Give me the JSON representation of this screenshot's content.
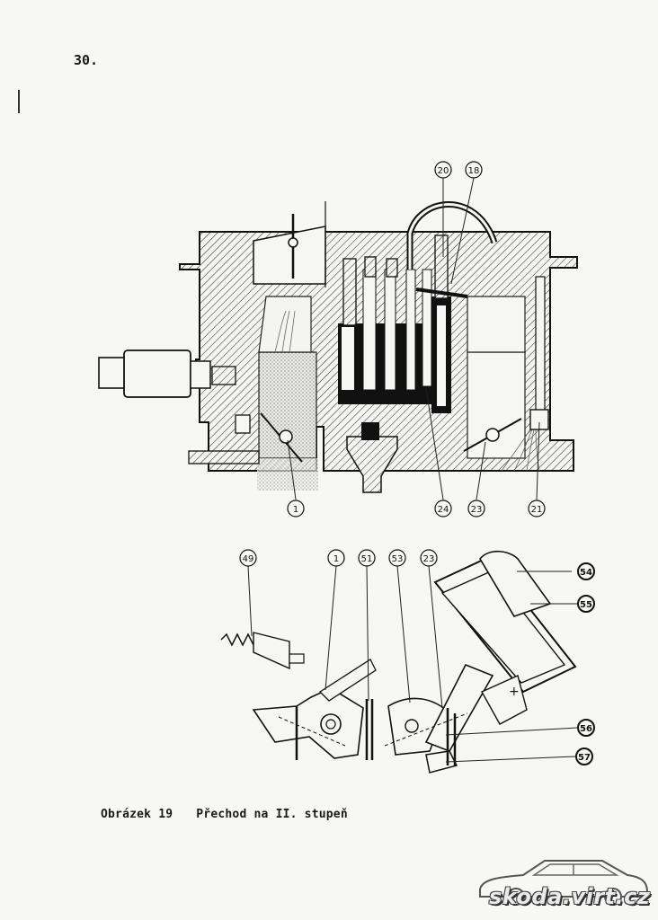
{
  "page": {
    "number": "30."
  },
  "figure": {
    "caption_label": "Obrázek 19",
    "caption_title": "Přechod na II. stupeň",
    "upper_callouts": [
      "20",
      "18",
      "1",
      "24",
      "23",
      "21"
    ],
    "lower_callouts": [
      "49",
      "1",
      "51",
      "53",
      "23",
      "54",
      "55",
      "56",
      "57"
    ]
  },
  "watermark": {
    "text": "skoda.virt.cz"
  }
}
